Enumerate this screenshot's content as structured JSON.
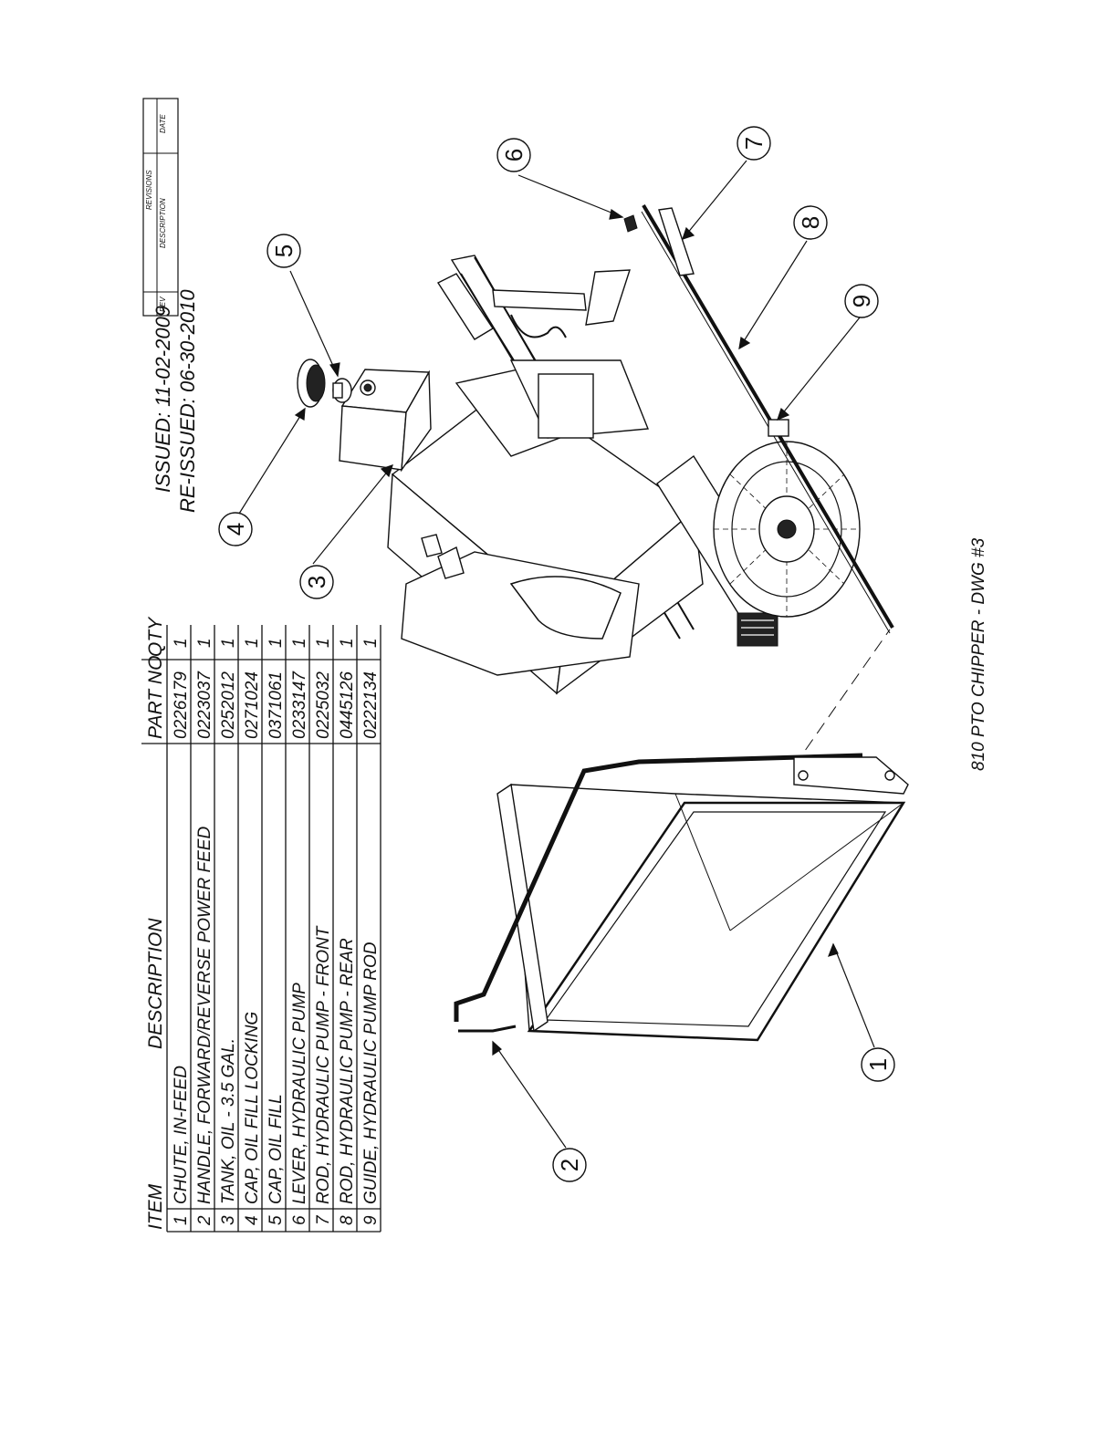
{
  "parts_table": {
    "headers": [
      "ITEM",
      "DESCRIPTION",
      "PART NO",
      "QTY"
    ],
    "rows": [
      {
        "item": "1",
        "description": "CHUTE, IN-FEED",
        "part_no": "0226179",
        "qty": "1"
      },
      {
        "item": "2",
        "description": "HANDLE, FORWARD/REVERSE POWER FEED",
        "part_no": "0223037",
        "qty": "1"
      },
      {
        "item": "3",
        "description": "TANK, OIL - 3.5 GAL.",
        "part_no": "0252012",
        "qty": "1"
      },
      {
        "item": "4",
        "description": "CAP, OIL FILL LOCKING",
        "part_no": "0271024",
        "qty": "1"
      },
      {
        "item": "5",
        "description": "CAP, OIL FILL",
        "part_no": "0371061",
        "qty": "1"
      },
      {
        "item": "6",
        "description": "LEVER, HYDRAULIC PUMP",
        "part_no": "0233147",
        "qty": "1"
      },
      {
        "item": "7",
        "description": "ROD, HYDRAULIC PUMP - FRONT",
        "part_no": "0225032",
        "qty": "1"
      },
      {
        "item": "8",
        "description": "ROD, HYDRAULIC PUMP - REAR",
        "part_no": "0445126",
        "qty": "1"
      },
      {
        "item": "9",
        "description": "GUIDE, HYDRAULIC PUMP ROD",
        "part_no": "0222134",
        "qty": "1"
      }
    ]
  },
  "issue": {
    "issued": "ISSUED: 11-02-2009",
    "reissued": "RE-ISSUED: 06-30-2010"
  },
  "revisions_block": {
    "title": "REVISIONS",
    "rev": "REV",
    "description": "DESCRIPTION",
    "date": "DATE"
  },
  "drawing_title": "810 PTO CHIPPER - DWG #3",
  "callouts": [
    "1",
    "2",
    "3",
    "4",
    "5",
    "6",
    "7",
    "8",
    "9"
  ]
}
